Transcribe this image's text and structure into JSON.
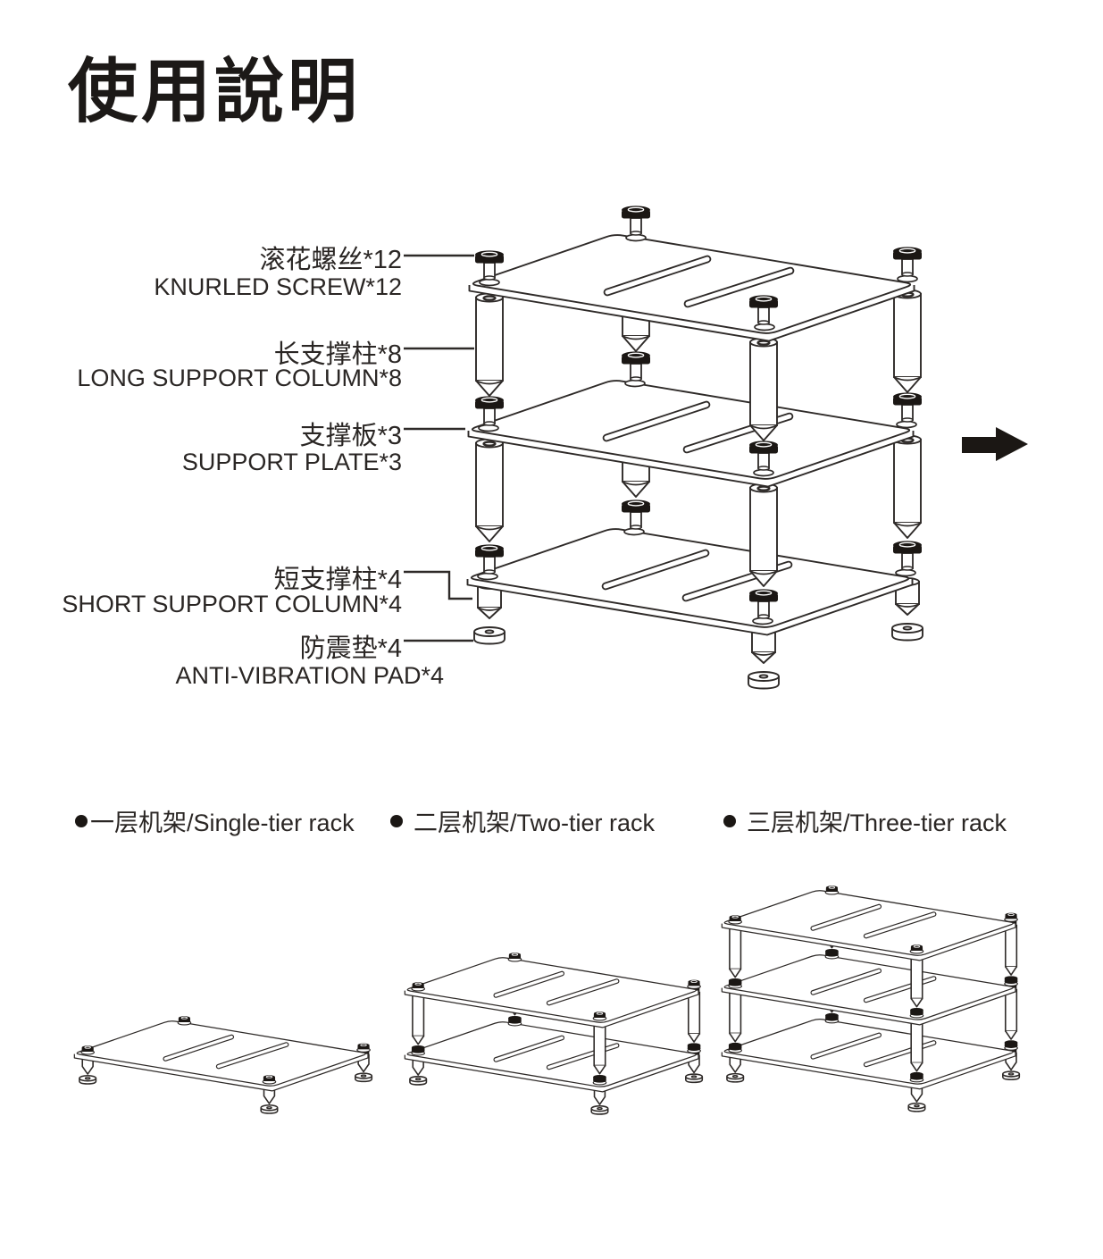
{
  "title": "使用說明",
  "parts": {
    "knurled_screw": {
      "zh": "滚花螺丝*12",
      "en": "KNURLED SCREW*12"
    },
    "long_support_column": {
      "zh": "长支撑柱*8",
      "en": "LONG SUPPORT COLUMN*8"
    },
    "support_plate": {
      "zh": "支撑板*3",
      "en": "SUPPORT PLATE*3"
    },
    "short_support_column": {
      "zh": "短支撑柱*4",
      "en": "SHORT SUPPORT COLUMN*4"
    },
    "anti_vibration_pad": {
      "zh": "防震垫*4",
      "en": "ANTI-VIBRATION PAD*4"
    }
  },
  "configurations": {
    "single": "一层机架/Single-tier rack",
    "two": "二层机架/Two-tier rack",
    "three": "三层机架/Three-tier rack"
  },
  "colors": {
    "line": "#2e2a28",
    "ink": "#231f20",
    "screw_black": "#1b1714",
    "background": "#ffffff"
  }
}
